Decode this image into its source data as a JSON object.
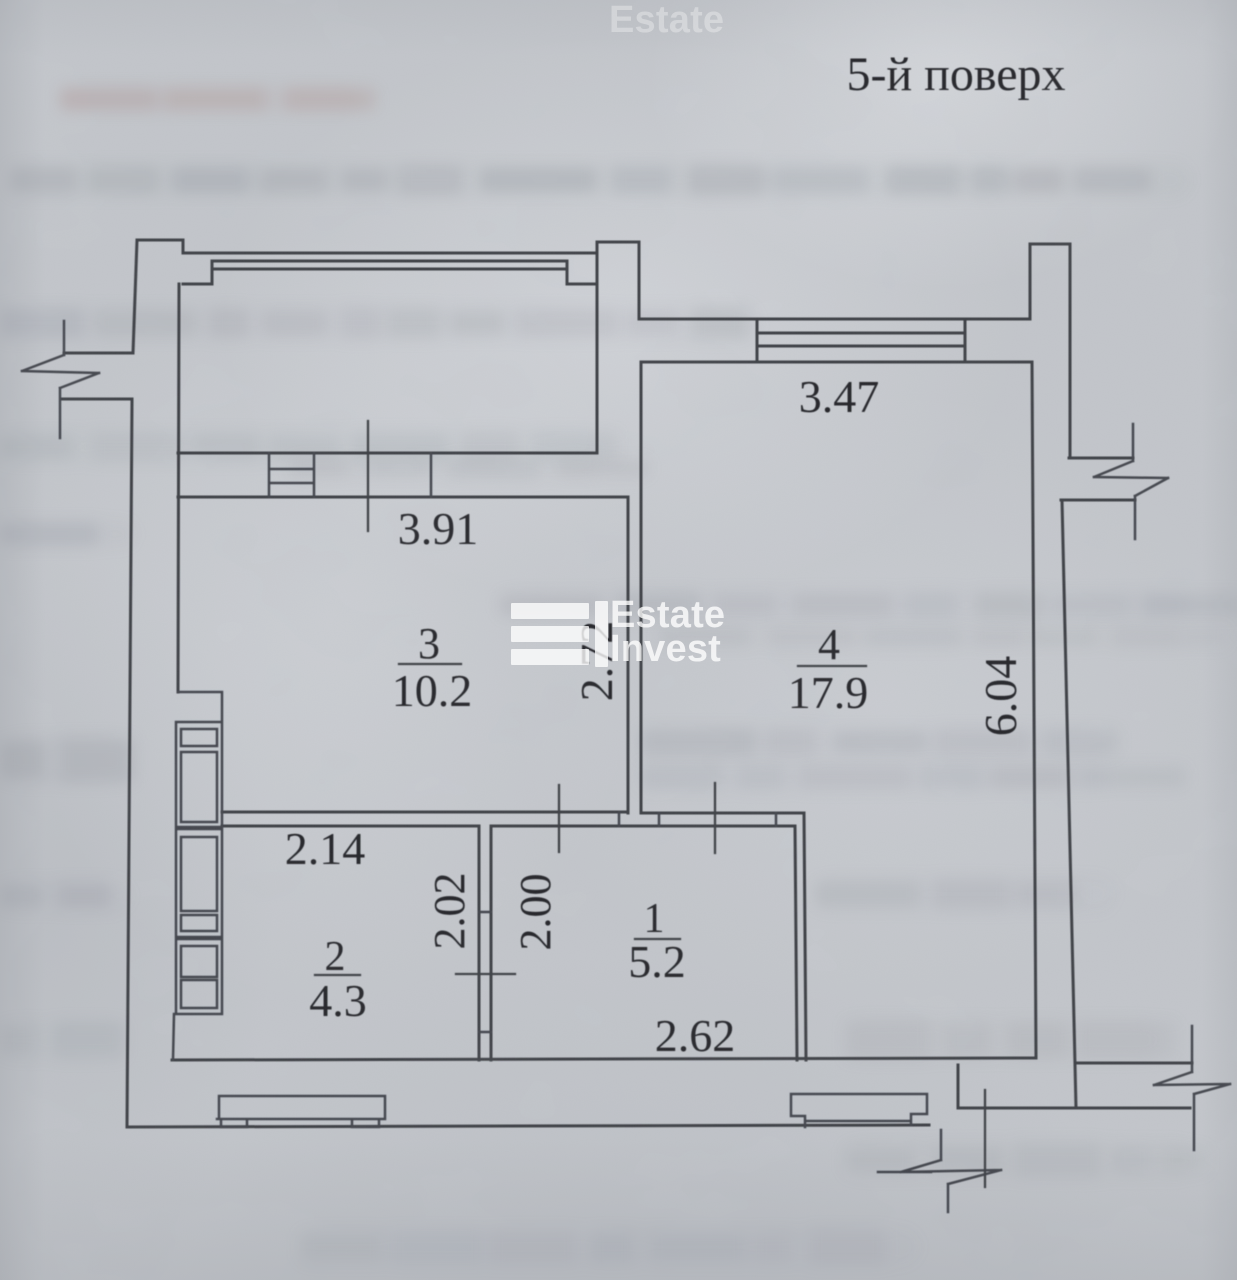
{
  "title": "5-й поверх",
  "watermark": {
    "line1": "Estate",
    "line2": "Invest",
    "partial_top": "Estate"
  },
  "floor_plan": {
    "rooms": [
      {
        "number": "3",
        "area": "10.2"
      },
      {
        "number": "4",
        "area": "17.9"
      },
      {
        "number": "1",
        "area": "5.2"
      },
      {
        "number": "2",
        "area": "4.3"
      }
    ],
    "dimensions": {
      "terrace_window_width": "3.47",
      "room3_width": "3.91",
      "room3_wall_height": "2.72",
      "room4_height": "6.04",
      "room2_width": "2.14",
      "room2_height": "2.02",
      "room1_height": "2.00",
      "room1_width": "2.62"
    }
  }
}
